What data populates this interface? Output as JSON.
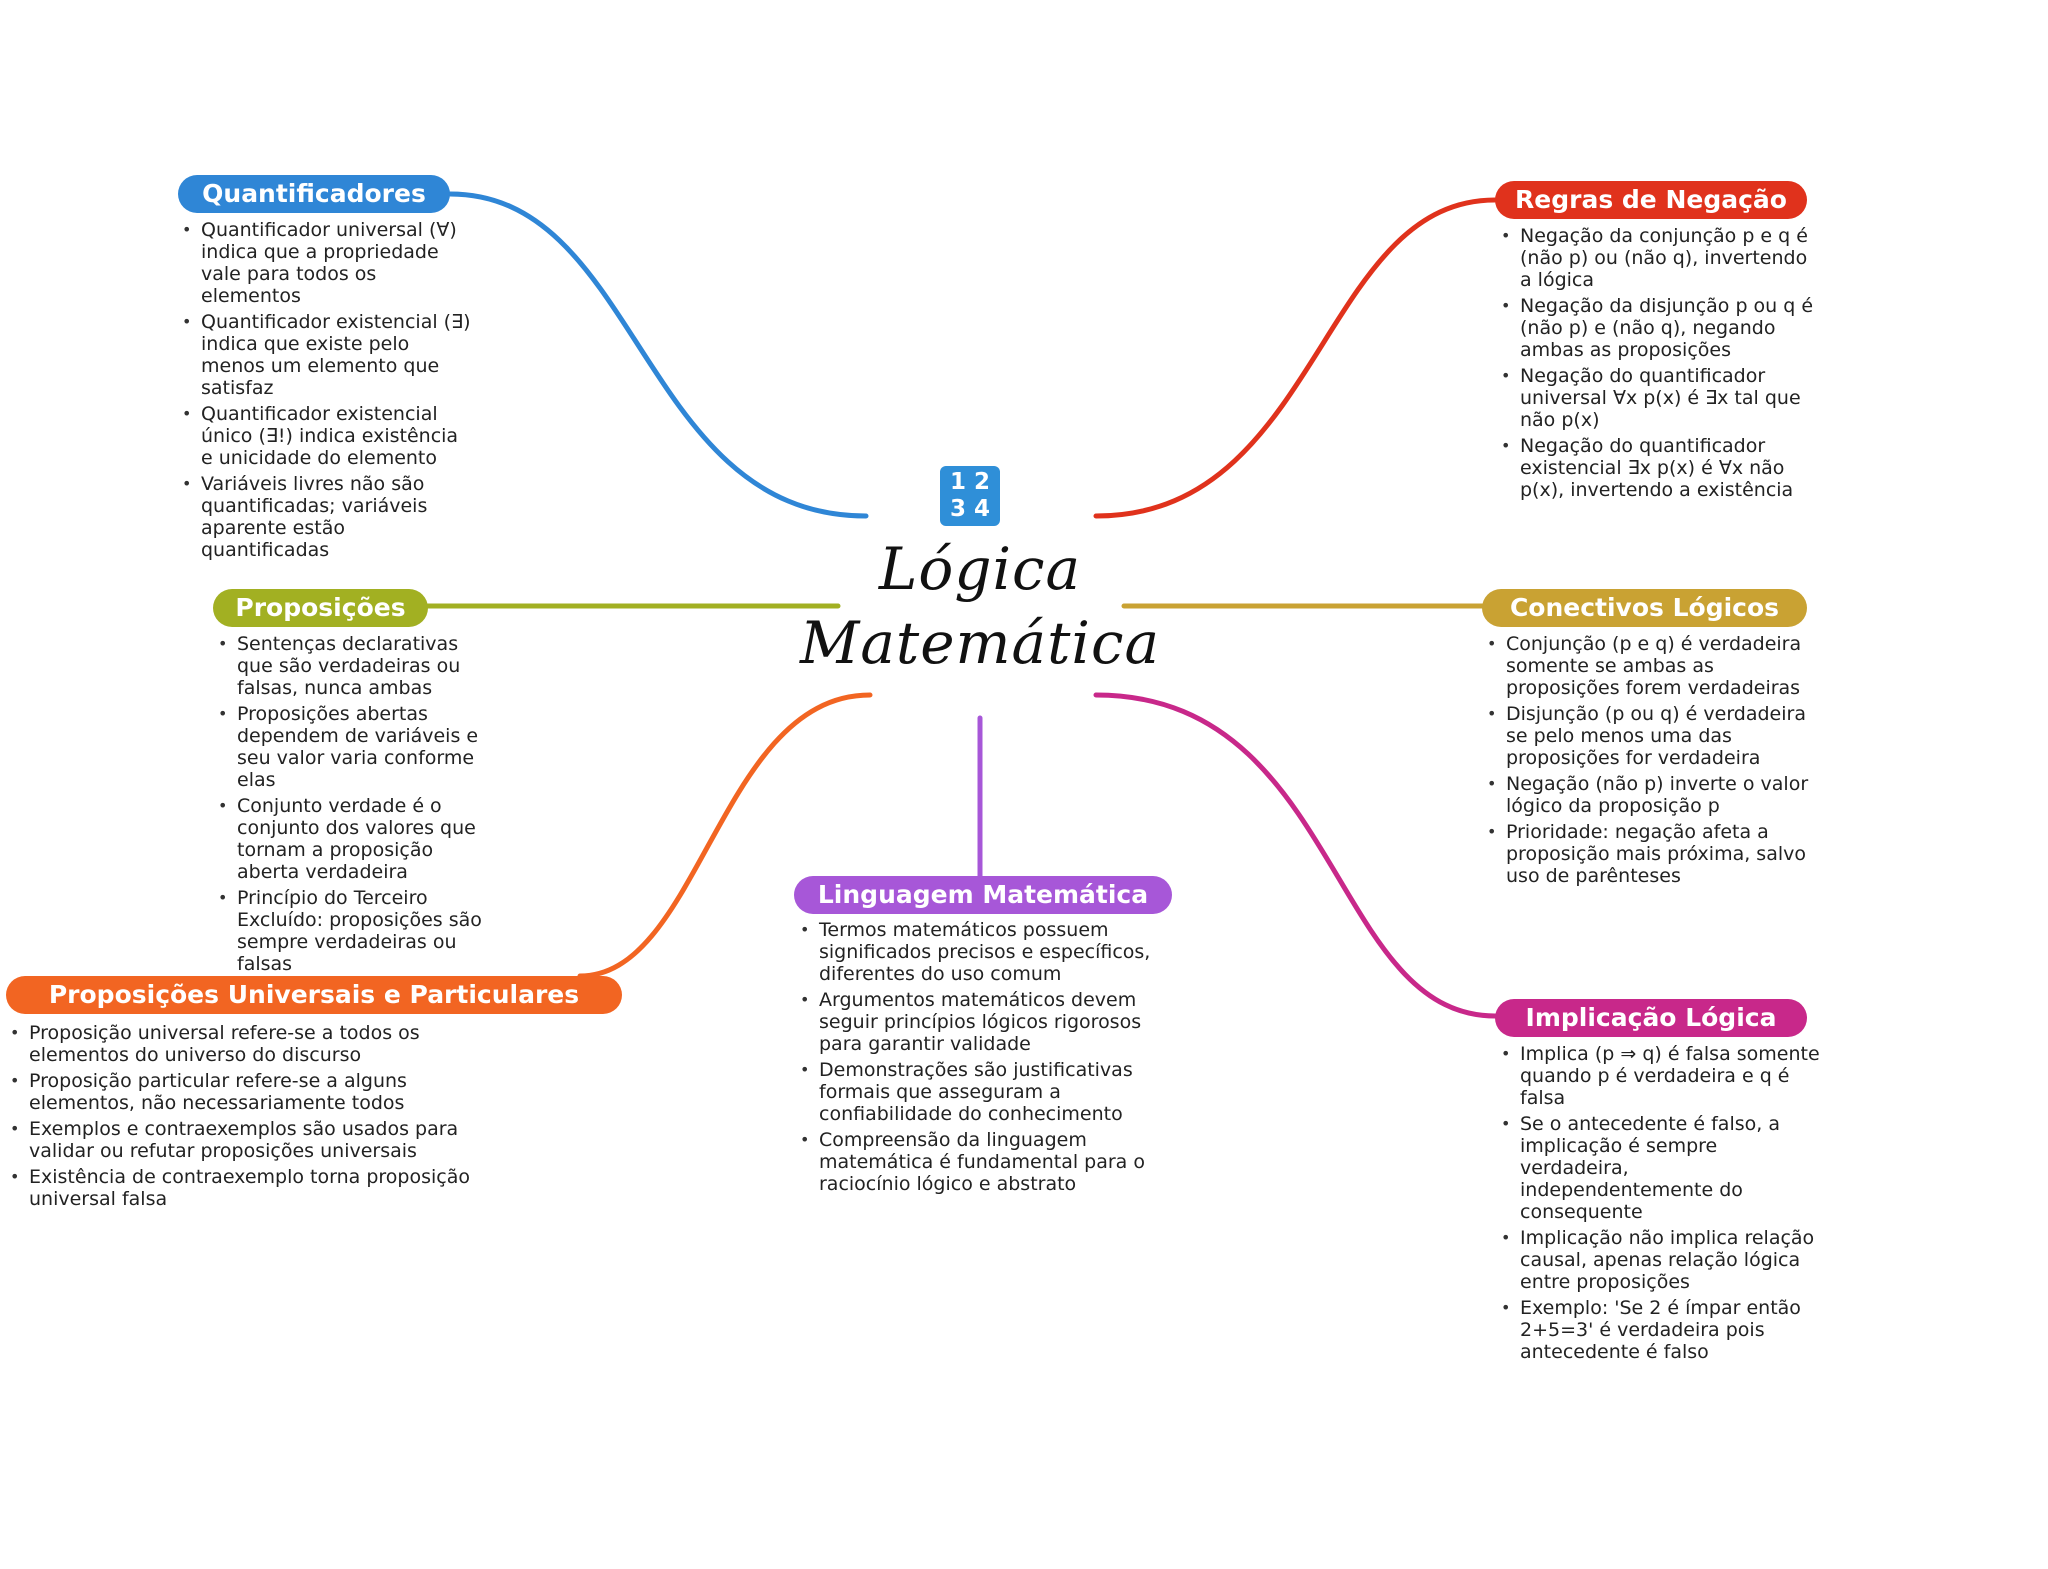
{
  "center": {
    "icon": {
      "name": "numbers-1234-icon",
      "digits": [
        "1",
        "2",
        "3",
        "4"
      ],
      "color": "#2f8fd8"
    },
    "title_line1": "Lógica",
    "title_line2": "Matemática"
  },
  "topics": [
    {
      "key": "quantificadores",
      "label": "Quantificadores",
      "color": "#2f86d6",
      "items": [
        "Quantificador universal (∀) indica que a propriedade vale para todos os elementos",
        "Quantificador existencial (∃) indica que existe pelo menos um elemento que satisfaz",
        "Quantificador existencial único (∃!) indica existência e unicidade do elemento",
        "Variáveis livres não são quantificadas; variáveis aparente estão quantificadas"
      ]
    },
    {
      "key": "proposicoes",
      "label": "Proposições",
      "color": "#a2b022",
      "items": [
        "Sentenças declarativas que são verdadeiras ou falsas, nunca ambas",
        "Proposições abertas dependem de variáveis e seu valor varia conforme elas",
        "Conjunto verdade é o conjunto dos valores que tornam a proposição aberta verdadeira",
        "Princípio do Terceiro Excluído: proposições são sempre verdadeiras ou falsas"
      ]
    },
    {
      "key": "proposicoes-universais",
      "label": "Proposições Universais e Particulares",
      "color": "#f26522",
      "items": [
        "Proposição universal refere-se a todos os elementos do universo do discurso",
        "Proposição particular refere-se a alguns elementos, não necessariamente todos",
        "Exemplos e contraexemplos são usados para validar ou refutar proposições universais",
        "Existência de contraexemplo torna proposição universal falsa"
      ]
    },
    {
      "key": "linguagem-matematica",
      "label": "Linguagem Matemática",
      "color": "#a757d8",
      "items": [
        "Termos matemáticos possuem significados precisos e específicos, diferentes do uso comum",
        "Argumentos matemáticos devem seguir princípios lógicos rigorosos para garantir validade",
        "Demonstrações são justificativas formais que asseguram a confiabilidade do conhecimento",
        "Compreensão da linguagem matemática é fundamental para o raciocínio lógico e abstrato"
      ]
    },
    {
      "key": "regras-negacao",
      "label": "Regras de Negação",
      "color": "#e0321c",
      "items": [
        "Negação da conjunção p e q é (não p) ou (não q), invertendo a lógica",
        "Negação da disjunção p ou q é (não p) e (não q), negando ambas as proposições",
        "Negação do quantificador universal ∀x p(x) é ∃x tal que não p(x)",
        "Negação do quantificador existencial ∃x p(x) é ∀x não p(x), invertendo a existência"
      ]
    },
    {
      "key": "conectivos-logicos",
      "label": "Conectivos Lógicos",
      "color": "#c9a233",
      "items": [
        "Conjunção (p e q) é verdadeira somente se ambas as proposições forem verdadeiras",
        "Disjunção (p ou q) é verdadeira se pelo menos uma das proposições for verdadeira",
        "Negação (não p) inverte o valor lógico da proposição p",
        "Prioridade: negação afeta a proposição mais próxima, salvo uso de parênteses"
      ]
    },
    {
      "key": "implicacao-logica",
      "label": "Implicação Lógica",
      "color": "#c8288a",
      "items": [
        "Implica (p ⇒ q) é falsa somente quando p é verdadeira e q é falsa",
        "Se o antecedente é falso, a implicação é sempre verdadeira, independentemente do consequente",
        "Implicação não implica relação causal, apenas relação lógica entre proposições",
        "Exemplo: 'Se 2 é ímpar então 2+5=3' é verdadeira pois antecedente é falso"
      ]
    }
  ]
}
